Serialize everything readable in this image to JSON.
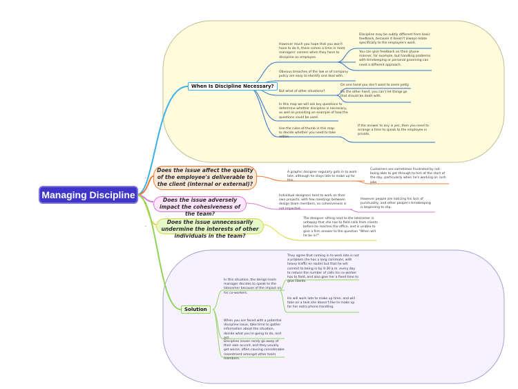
{
  "central": "Managing Discipline",
  "branch1": {
    "title": "When Is Discipline Necessary?",
    "n1": "However much you hope that you won't have to do it, there comes a time in most managers' careers when they have to discipline an employee.",
    "n1a": "Discipline may be subtly different from basic feedback, because it doesn't always relate specifically to the employee's work.",
    "n1b": "You can give feedback on their phone manner, for example, but handling problems with timekeeping or personal grooming can need a different approach.",
    "n2": "Obvious breaches of the law or of company policy are easy to identify and deal with.",
    "n3": "But what of other situations?",
    "n3a": "On one hand you don't want to seem petty.",
    "n3b": "On the other hand, you can't let things go that should be dealt with.",
    "n4": "In this map we will ask key questions to determine whether discipline is necessary, as well as providing an example of how the questions could be used.",
    "n5": "Use the rules-of-thumb in this map to decide whether you need to take action.",
    "n5a": "If the answer to any is yes, then you need to arrange a time to speak to the employee in private."
  },
  "branch2": {
    "title": "Does the issue affect the quality of the employee's deliverable to the client (internal or external)?",
    "n1": "A graphic designer regularly gets in to work late, although he stays late to make up for this.",
    "n1a": "Customers are sometimes frustrated by not being able to get through to him at the start of the day, particularly when he's working on rush jobs"
  },
  "branch3": {
    "title": "Does the issue adversely impact the cohesiveness of the team?",
    "n1": "Individual designers tend to work on their own projects, with few meetings between design team members, so cohesiveness is not impacted.",
    "n1a": "However people are noticing his lack of punctuality, and other people's timekeeping is beginning to slip."
  },
  "branch4": {
    "title": "Does the issue unnecessarily undermine the interests of other individuals in the team?",
    "n1": "The designer sitting next to the latecomer is unhappy that she has to field calls from clients before he reaches the office, and is unable to give a firm answer to the question \"When will he be in?\""
  },
  "branch5": {
    "title": "Solution",
    "n1": "In this situation, the design team manager decides to speak to the latecomer because of the impact on his co-workers.",
    "n1a": "They agree that coming in to work late is not a problem (he has a long commute, with heavy traffic en route) but that he will commit to being in by 9.30 a.m. every day to reduce the number of calls his co-worker has to field, and also give her a fixed time to give clients.",
    "n1b": "He will work late to make up time, and will take on a task she doesn't like to make up for her extra phone handling.",
    "n2": "When you are faced with a potential discipline issue, take time to gather information about the situation, decide what you're going to do, and act.",
    "n3": "Discipline issues rarely go away of their own accord, and they usually get worse, often causing considerable resentment amongst other team members."
  }
}
